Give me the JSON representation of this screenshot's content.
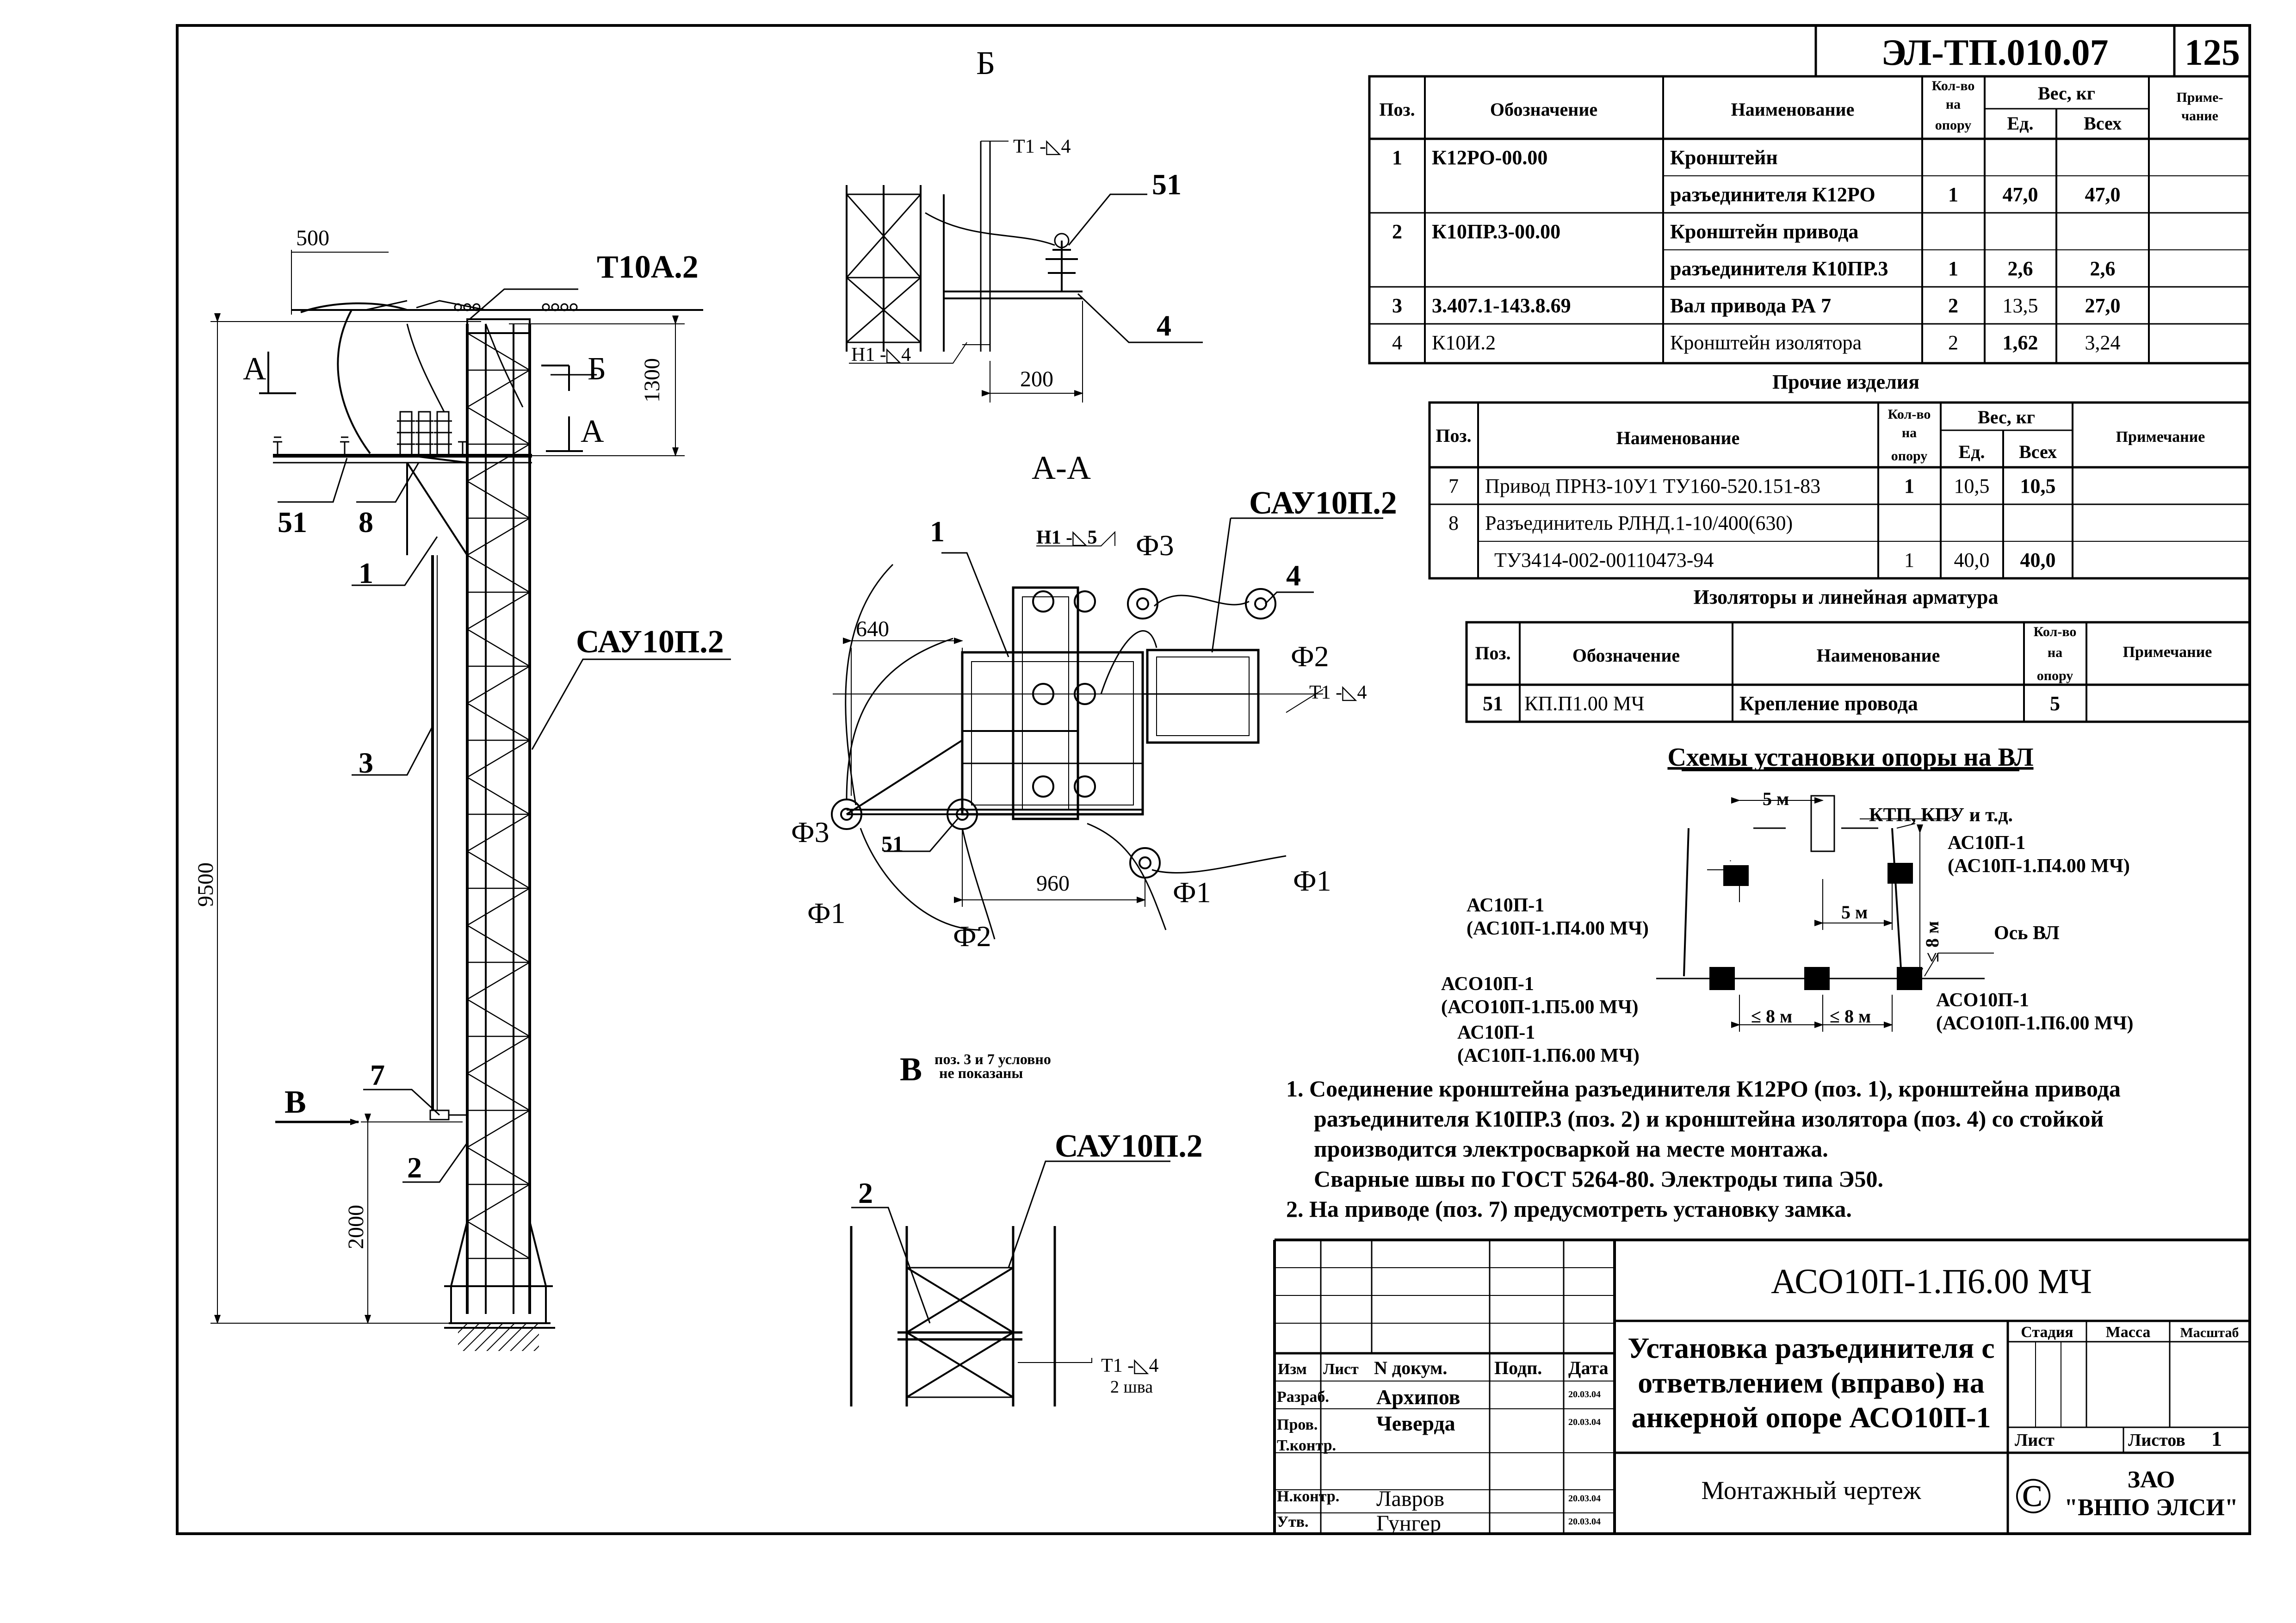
{
  "header": {
    "doc_code": "ЭЛ-ТП.010.07",
    "sheet_no": "125"
  },
  "views": {
    "section_b_title": "Б",
    "section_aa_title": "А-А",
    "view_v_title": "В",
    "view_v_note_1": "поз. 3 и 7 условно",
    "view_v_note_2": "не показаны"
  },
  "pole": {
    "dim_500": "500",
    "top_label": "Т10А.2",
    "cut_a": "А",
    "cut_b": "Б",
    "dim_1300": "1300",
    "dim_9500": "9500",
    "dim_2000": "2000",
    "callout_51": "51",
    "callout_8": "8",
    "callout_1": "1",
    "callout_3": "3",
    "callout_7": "7",
    "callout_2": "2",
    "view_v": "В",
    "sau_label": "САУ10П.2"
  },
  "section_b": {
    "weld_top": "Т1 -◺4",
    "weld_bottom": "Н1 -◺4",
    "callout_51": "51",
    "callout_4": "4",
    "dim_200": "200"
  },
  "section_aa": {
    "callout_1": "1",
    "weld_h1": "Н1 -◺5",
    "phi3_top": "Ф3",
    "sau_label": "САУ10П.2",
    "callout_4": "4",
    "dim_640": "640",
    "phi2_right": "Ф2",
    "weld_t1": "Т1 -◺4",
    "phi3_left": "Ф3",
    "callout_51": "51",
    "dim_960": "960",
    "phi1_right": "Ф1",
    "phi1_far": "Ф1",
    "phi1_left": "Ф1",
    "phi2_bottom": "Ф2"
  },
  "view_v": {
    "sau_label": "САУ10П.2",
    "callout_2": "2",
    "weld": "Т1 -◺4",
    "weld_note": "2 шва"
  },
  "table1": {
    "headers": {
      "pos": "Поз.",
      "designation": "Обозначение",
      "name": "Наименование",
      "qty_1": "Кол-во",
      "qty_2": "на",
      "qty_3": "опору",
      "weight": "Вес, кг",
      "unit": "Ед.",
      "total": "Всех",
      "note_1": "Приме-",
      "note_2": "чание"
    },
    "rows": [
      {
        "pos": "1",
        "designation": "К12РО-00.00",
        "name": "Кронштейн",
        "qty": "",
        "unit": "",
        "total": ""
      },
      {
        "pos": "",
        "designation": "",
        "name": "разъединителя К12РО",
        "qty": "1",
        "unit": "47,0",
        "total": "47,0"
      },
      {
        "pos": "2",
        "designation": "К10ПР.3-00.00",
        "name": "Кронштейн привода",
        "qty": "",
        "unit": "",
        "total": ""
      },
      {
        "pos": "",
        "designation": "",
        "name": "разъединителя К10ПР.3",
        "qty": "1",
        "unit": "2,6",
        "total": "2,6"
      },
      {
        "pos": "3",
        "designation": "3.407.1-143.8.69",
        "name": "Вал привода РА 7",
        "qty": "2",
        "unit": "13,5",
        "total": "27,0"
      },
      {
        "pos": "4",
        "designation": "К10И.2",
        "name": "Кронштейн изолятора",
        "qty": "2",
        "unit": "1,62",
        "total": "3,24"
      }
    ]
  },
  "table2": {
    "title": "Прочие изделия",
    "headers": {
      "pos": "Поз.",
      "name": "Наименование",
      "qty_1": "Кол-во",
      "qty_2": "на",
      "qty_3": "опору",
      "weight": "Вес, кг",
      "unit": "Ед.",
      "total": "Всех",
      "note": "Примечание"
    },
    "rows": [
      {
        "pos": "7",
        "name": "Привод ПРНЗ-10У1 ТУ160-520.151-83",
        "qty": "1",
        "unit": "10,5",
        "total": "10,5"
      },
      {
        "pos": "8",
        "name": "Разъединитель РЛНД.1-10/400(630)",
        "qty": "",
        "unit": "",
        "total": ""
      },
      {
        "pos": "",
        "name": "ТУ3414-002-00110473-94",
        "qty": "1",
        "unit": "40,0",
        "total": "40,0"
      }
    ]
  },
  "table3": {
    "title": "Изоляторы и линейная арматура",
    "headers": {
      "pos": "Поз.",
      "designation": "Обозначение",
      "name": "Наименование",
      "qty_1": "Кол-во",
      "qty_2": "на",
      "qty_3": "опору",
      "note": "Примечание"
    },
    "rows": [
      {
        "pos": "51",
        "designation": "КП.П1.00 МЧ",
        "name": "Крепление провода",
        "qty": "5"
      }
    ]
  },
  "scheme": {
    "title": "Схемы установки опоры на ВЛ",
    "dim_5m_top": "5 м",
    "ktp": "КТП, КПУ и т.д.",
    "as10p_right_1": "АС10П-1",
    "as10p_right_2": "(АС10П-1.П4.00 МЧ)",
    "as10p_left_1": "АС10П-1",
    "as10p_left_2": "(АС10П-1.П4.00 МЧ)",
    "dim_5m_mid": "5 м",
    "dim_le8_vert": "≤ 8 м",
    "axis": "Ось ВЛ",
    "aso_left_1": "АСО10П-1",
    "aso_left_2": "(АСО10П-1.П5.00 МЧ)",
    "aso_right_1": "АСО10П-1",
    "aso_right_2": "(АСО10П-1.П6.00 МЧ)",
    "dim_le8_1": "≤ 8 м",
    "dim_le8_2": "≤ 8 м",
    "as10p_bottom_1": "АС10П-1",
    "as10p_bottom_2": "(АС10П-1.П6.00 МЧ)"
  },
  "notes": {
    "n1_l1": "1. Соединение кронштейна разъединителя К12РО (поз. 1), кронштейна  привода",
    "n1_l2": "разъединителя К10ПР.3 (поз. 2) и кронштейна изолятора (поз. 4) со стойкой",
    "n1_l3": "производится электросваркой на месте монтажа.",
    "n1_l4": "Сварные швы по ГОСТ 5264-80. Электроды типа Э50.",
    "n2": "2. На приводе (поз. 7) предусмотреть установку замка."
  },
  "title_block": {
    "code": "АСО10П-1.П6.00 МЧ",
    "title_1": "Установка разъединителя с",
    "title_2": "ответвлением (вправо) на",
    "title_3": "анкерной опоре АСО10П-1",
    "col_izm": "Изм",
    "col_list": "Лист",
    "col_ndok": "N докум.",
    "col_podp": "Подп.",
    "col_data": "Дата",
    "stage": "Стадия",
    "mass": "Масса",
    "scale": "Масштаб",
    "sheet": "Лист",
    "sheets": "Листов",
    "sheets_count": "1",
    "razrab_role": "Разраб.",
    "razrab_name": "Архипов",
    "prov_role": "Пров.",
    "prov_name": "Чеверда",
    "tkontr_role": "Т.контр.",
    "nkontr_role": "Н.контр.",
    "nkontr_name": "Лавров",
    "utv_role": "Утв.",
    "utv_name": "Гунгер",
    "date_1": "20.03.04",
    "date_2": "20.03.04",
    "date_3": "20.03.04",
    "date_4": "20.03.04",
    "doc_type": "Монтажный чертеж",
    "copyright": "©",
    "org_1": "ЗАО",
    "org_2": "\"ВНПО ЭЛСИ\""
  }
}
